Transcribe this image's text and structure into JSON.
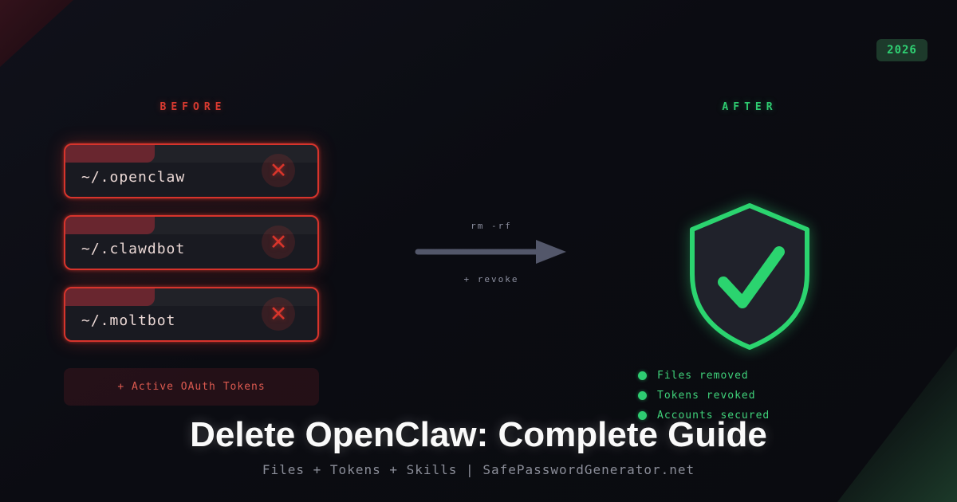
{
  "badge": {
    "year": "2026"
  },
  "before": {
    "label": "BEFORE",
    "files": [
      {
        "path": "~/.openclaw"
      },
      {
        "path": "~/.clawdbot"
      },
      {
        "path": "~/.moltbot"
      }
    ],
    "close_glyph": "✕",
    "oauth_label": "+ Active OAuth Tokens"
  },
  "transition": {
    "command": "rm -rf",
    "secondary": "+ revoke"
  },
  "after": {
    "label": "AFTER",
    "checklist": [
      {
        "label": "Files removed"
      },
      {
        "label": "Tokens revoked"
      },
      {
        "label": "Accounts secured"
      }
    ]
  },
  "footer": {
    "title": "Delete OpenClaw: Complete Guide",
    "subtitle": "Files + Tokens + Skills | SafePasswordGenerator.net"
  },
  "colors": {
    "danger": "#d7342c",
    "success": "#2ecc71"
  }
}
